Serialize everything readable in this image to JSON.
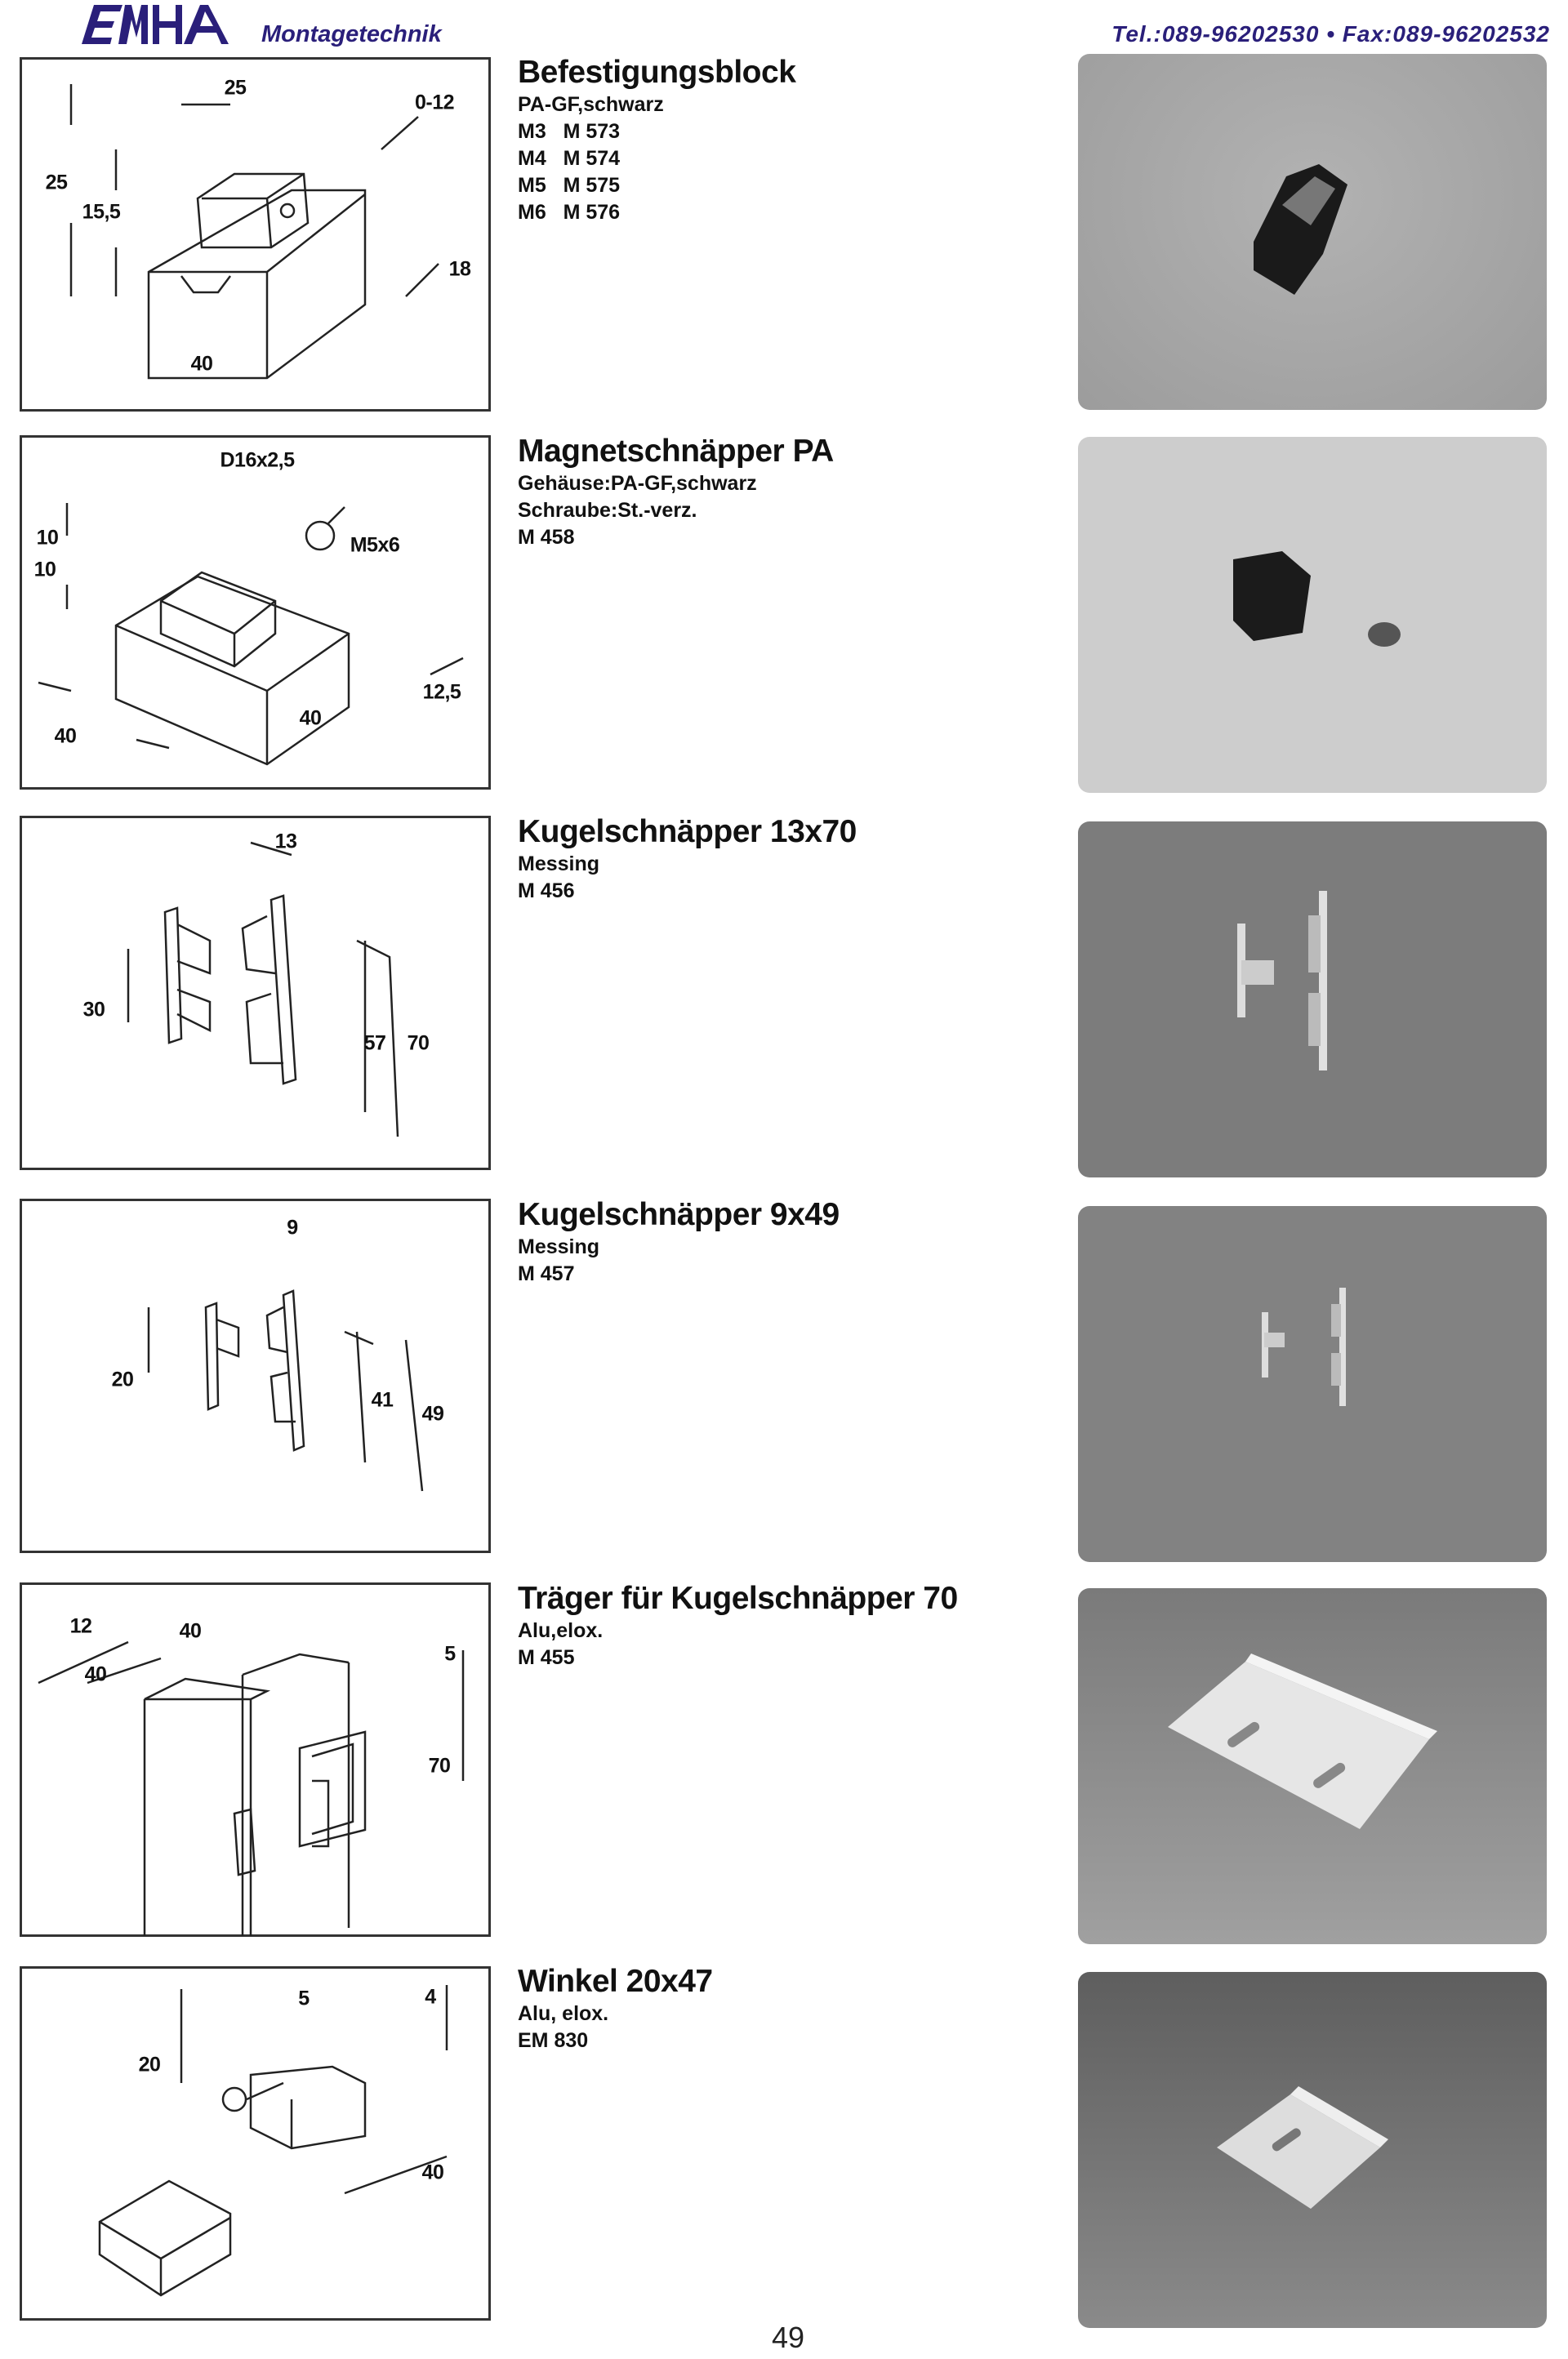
{
  "header": {
    "logo_text": "EMHA",
    "brand": "Montagetechnik",
    "contact": "Tel.:089-96202530  •  Fax:089-96202532"
  },
  "products": [
    {
      "title": "Befestigungsblock",
      "lines": [
        "PA-GF,schwarz",
        "M3   M 573",
        "M4   M 574",
        "M5   M 575",
        "M6   M 576"
      ],
      "dims": [
        "25",
        "0-12",
        "25",
        "15,5",
        "18",
        "40"
      ]
    },
    {
      "title": "Magnetschnäpper PA",
      "lines": [
        "Gehäuse:PA-GF,schwarz",
        "Schraube:St.-verz.",
        "M 458"
      ],
      "dims": [
        "D16x2,5",
        "M5x6",
        "10",
        "10",
        "12,5",
        "40",
        "40"
      ]
    },
    {
      "title": "Kugelschnäpper 13x70",
      "lines": [
        "Messing",
        "M 456"
      ],
      "dims": [
        "13",
        "30",
        "57",
        "70"
      ]
    },
    {
      "title": "Kugelschnäpper 9x49",
      "lines": [
        "Messing",
        "M 457"
      ],
      "dims": [
        "9",
        "20",
        "41",
        "49"
      ]
    },
    {
      "title": "Träger für Kugelschnäpper 70",
      "lines": [
        "Alu,elox.",
        "M 455"
      ],
      "dims": [
        "12",
        "40",
        "40",
        "5",
        "70"
      ]
    },
    {
      "title": "Winkel 20x47",
      "lines": [
        "Alu, elox.",
        "EM 830"
      ],
      "dims": [
        "5",
        "4",
        "20",
        "40"
      ]
    }
  ],
  "page_number": "49",
  "colors": {
    "brand": "#2a1f7a"
  }
}
